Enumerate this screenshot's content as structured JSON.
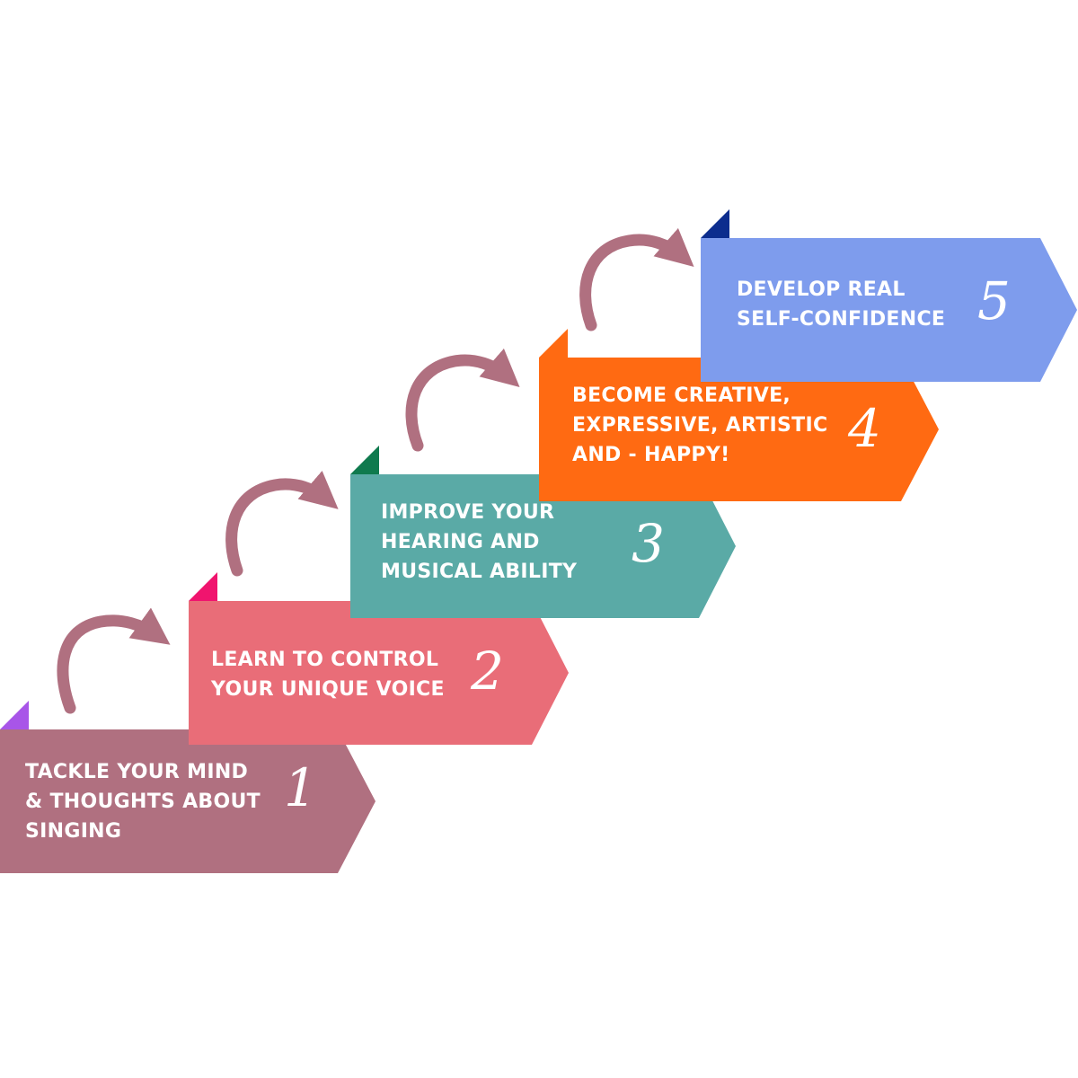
{
  "steps": [
    {
      "number": "1",
      "lines": [
        "TACKLE YOUR MIND",
        "& THOUGHTS ABOUT",
        "SINGING"
      ],
      "color": "#b07080",
      "tab_color": "#a855e8"
    },
    {
      "number": "2",
      "lines": [
        "LEARN TO CONTROL",
        "YOUR UNIQUE VOICE"
      ],
      "color": "#e96d78",
      "tab_color": "#f0146e"
    },
    {
      "number": "3",
      "lines": [
        "IMPROVE YOUR",
        "HEARING AND",
        "MUSICAL ABILITY"
      ],
      "color": "#5aaaa6",
      "tab_color": "#0f7a4e"
    },
    {
      "number": "4",
      "lines": [
        "BECOME CREATIVE,",
        "EXPRESSIVE, ARTISTIC",
        "AND - HAPPY!"
      ],
      "color": "#ff6a12",
      "tab_color": "#ff6a12"
    },
    {
      "number": "5",
      "lines": [
        "DEVELOP REAL",
        "SELF-CONFIDENCE"
      ],
      "color": "#7e9ced",
      "tab_color": "#0c2d8e"
    }
  ],
  "connector_color": "#b07080"
}
